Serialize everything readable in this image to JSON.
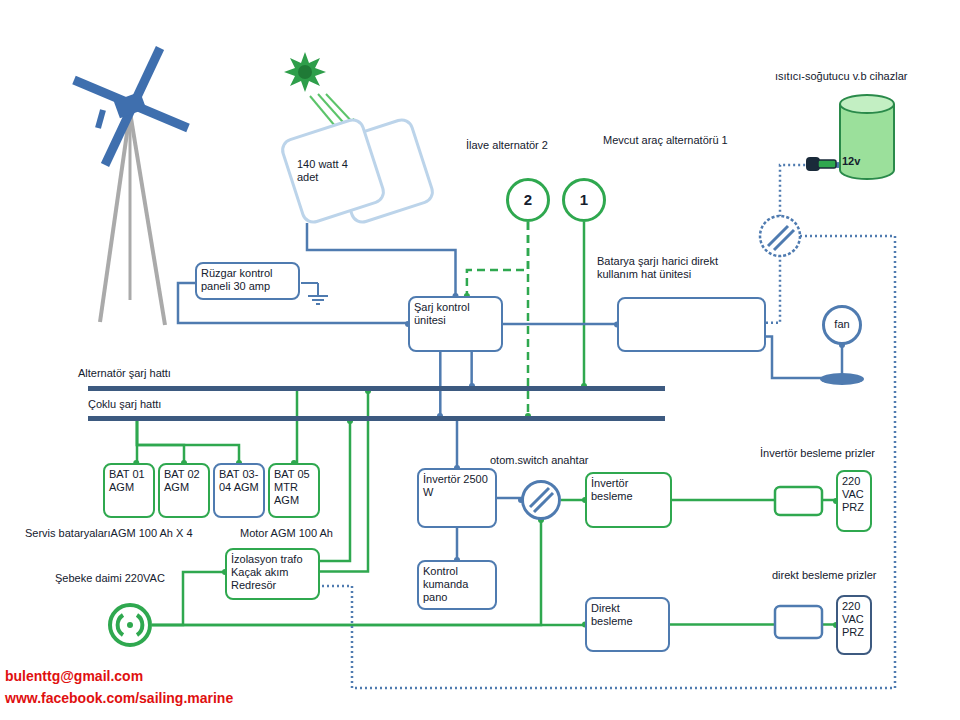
{
  "diagram": {
    "nodes": [
      {
        "text": [
          "140 watt 4 adet"
        ]
      },
      {
        "text": [
          "ısıtıcı-soğutucu v.b cihazlar",
          "12v"
        ]
      },
      {
        "text": [
          "İlave alternatör 2",
          "2"
        ]
      },
      {
        "text": [
          "Mevcut araç alternatörü 1",
          "1"
        ]
      },
      {
        "text": [
          "Rüzgar kontrol paneli 30 amp"
        ]
      },
      {
        "text": [
          "Şarj kontrol ünitesi"
        ]
      },
      {
        "text": [
          "Batarya şarjı harici direkt kullanım hat ünitesi"
        ]
      },
      {
        "text": [
          "fan"
        ]
      },
      {
        "text": [
          "Alternatör şarj hattı"
        ]
      },
      {
        "text": [
          "Çoklu şarj hattı"
        ]
      },
      {
        "text": [
          "BAT 01 AGM"
        ]
      },
      {
        "text": [
          "BAT 02 AGM"
        ]
      },
      {
        "text": [
          "BAT 03-04 AGM"
        ]
      },
      {
        "text": [
          "BAT 05 MTR AGM"
        ]
      },
      {
        "text": [
          "İnvertör 2500 W"
        ]
      },
      {
        "text": [
          "otom.switch anahtar"
        ]
      },
      {
        "text": [
          "İnvertör besleme"
        ]
      },
      {
        "text": [
          "220 VAC PRZ"
        ]
      },
      {
        "text": [
          "İzolasyon trafo Kaçak akım Redresör"
        ]
      },
      {
        "text": [
          "Kontrol kumanda pano"
        ]
      },
      {
        "text": [
          "Şebeke daimi 220VAC"
        ]
      },
      {
        "text": [
          "Direkt besleme"
        ]
      },
      {
        "text": [
          "220 VAC PRZ"
        ]
      }
    ],
    "edges": [
      {
        "from": 4,
        "to": 5,
        "arrow": "none"
      },
      {
        "from": 0,
        "to": 5,
        "arrow": "none"
      },
      {
        "from": 2,
        "to": 5,
        "arrow": "none"
      },
      {
        "from": 2,
        "to": 9,
        "arrow": "none"
      },
      {
        "from": 3,
        "to": 8,
        "arrow": "none"
      },
      {
        "from": 5,
        "to": 6,
        "arrow": "none"
      },
      {
        "from": 6,
        "to": 7,
        "arrow": "none"
      },
      {
        "from": 6,
        "to": 1,
        "arrow": "none"
      },
      {
        "from": 5,
        "to": 8,
        "arrow": "none"
      },
      {
        "from": 5,
        "to": 9,
        "arrow": "none"
      },
      {
        "from": 9,
        "to": 14,
        "arrow": "none"
      },
      {
        "from": 9,
        "to": 10,
        "arrow": "none"
      },
      {
        "from": 9,
        "to": 11,
        "arrow": "none"
      },
      {
        "from": 9,
        "to": 12,
        "arrow": "none"
      },
      {
        "from": 8,
        "to": 13,
        "arrow": "none"
      },
      {
        "from": 18,
        "to": 8,
        "arrow": "none"
      },
      {
        "from": 18,
        "to": 9,
        "arrow": "none"
      },
      {
        "from": 20,
        "to": 18,
        "arrow": "none"
      },
      {
        "from": 20,
        "to": 21,
        "arrow": "none"
      },
      {
        "from": 20,
        "to": 15,
        "arrow": "none"
      },
      {
        "from": 14,
        "to": 15,
        "arrow": "none"
      },
      {
        "from": 15,
        "to": 16,
        "arrow": "none"
      },
      {
        "from": 14,
        "to": 19,
        "arrow": "none"
      },
      {
        "from": 16,
        "to": 17,
        "arrow": "none"
      },
      {
        "from": 21,
        "to": 22,
        "arrow": "none"
      }
    ],
    "labels": [
      "Servis bataryalarıAGM 100 Ah X 4",
      "Motor AGM 100 Ah",
      "İnvertör besleme prizler",
      "direkt besleme prizler",
      "bulenttg@gmail.com",
      "www.facebook.com/sailing.marine"
    ]
  }
}
